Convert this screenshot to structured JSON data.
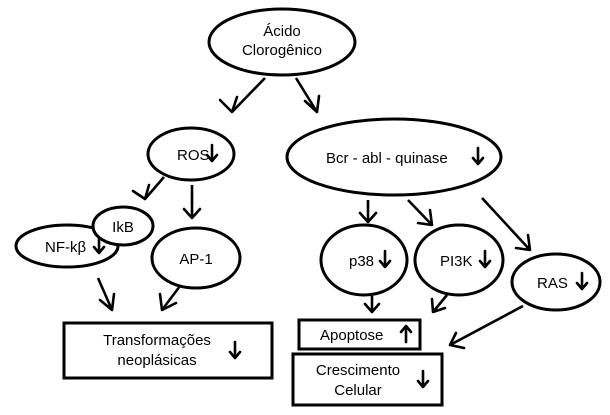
{
  "nodes": {
    "acido": {
      "line1": "Ácido",
      "line2": "Clorogênico"
    },
    "ros": {
      "label": "ROS",
      "trend": "down"
    },
    "bcr": {
      "label": "Bcr - abl - quinase",
      "trend": "down"
    },
    "ikb": {
      "label": "IkB"
    },
    "nfkb": {
      "label": "NF-kβ",
      "trend": "down"
    },
    "ap1": {
      "label": "AP-1"
    },
    "p38": {
      "label": "p38",
      "trend": "down"
    },
    "pi3k": {
      "label": "PI3K",
      "trend": "down"
    },
    "ras": {
      "label": "RAS",
      "trend": "down"
    },
    "transformacoes": {
      "line1": "Transformações",
      "line2": "neoplásicas",
      "trend": "down"
    },
    "apoptose": {
      "label": "Apoptose",
      "trend": "up"
    },
    "crescimento": {
      "line1": "Crescimento",
      "line2": "Celular",
      "trend": "down"
    }
  }
}
